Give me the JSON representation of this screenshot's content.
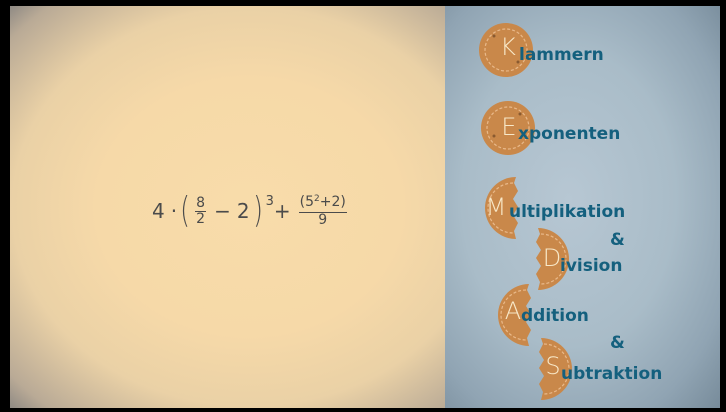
{
  "expression": {
    "a": "4",
    "dot": "·",
    "f1_num": "8",
    "f1_den": "2",
    "minus": "−",
    "two": "2",
    "exp": "3",
    "plus": "+",
    "f2_num_a": "(5",
    "f2_num_sup": "2",
    "f2_num_b": "+2)",
    "f2_den": "9"
  },
  "mnemonic": {
    "k_letter": "K",
    "k_rest": "lammern",
    "e_letter": "E",
    "e_rest": "xponenten",
    "m_letter": "M",
    "m_rest": "ultiplikation",
    "amp1": "&",
    "d_letter": "D",
    "d_rest": "ivision",
    "a_letter": "A",
    "a_rest": "ddition",
    "amp2": "&",
    "s_letter": "S",
    "s_rest": "ubtraktion"
  },
  "colors": {
    "left_bg": "#f6d9a8",
    "right_bg": "#a9bcc8",
    "cookie": "#c9884a",
    "cookie_edge": "#b0703a",
    "text_blue": "#14607e"
  }
}
